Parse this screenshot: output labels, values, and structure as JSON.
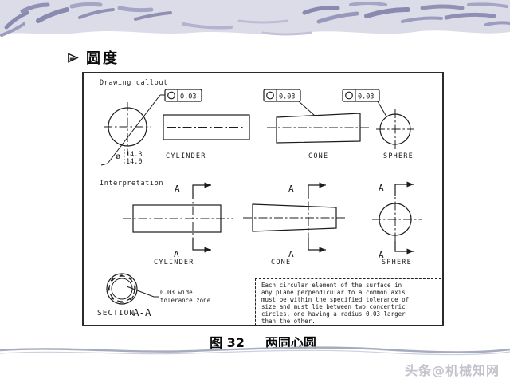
{
  "slide": {
    "title": "圆度",
    "bullet_icon": "arrowhead-right",
    "caption": {
      "figure_no": "图 32",
      "figure_title": "两同心圆"
    },
    "watermark": "头条@机械知网"
  },
  "figure": {
    "headers": {
      "drawing_callout": "Drawing callout",
      "interpretation": "Interpretation"
    },
    "fcf": {
      "symbol_name": "circularity",
      "tolerance": "0.03"
    },
    "dimension": {
      "diameter_symbol": "ø",
      "upper_limit": "14.3",
      "lower_limit": "14.0"
    },
    "shape_labels": {
      "cylinder": "CYLINDER",
      "cone": "CONE",
      "sphere": "SPHERE"
    },
    "section": {
      "datum_letter": "A",
      "word": "SECTION",
      "name": "A-A"
    },
    "tolerance_zone_note": "0.03 wide\ntolerance zone",
    "note_box": "Each circular element of the surface in\nany plane perpendicular to a common axis\nmust be within the specified tolerance of\nsize and must lie between two concentric\ncircles, one having a radius 0.03 larger\nthan the other."
  },
  "colors": {
    "band_bg": "#dcdce9",
    "band_stroke": "#9494b8",
    "line": "#1c1c1c",
    "wave": "#a6abbe",
    "wm": "#c3c3cd"
  }
}
